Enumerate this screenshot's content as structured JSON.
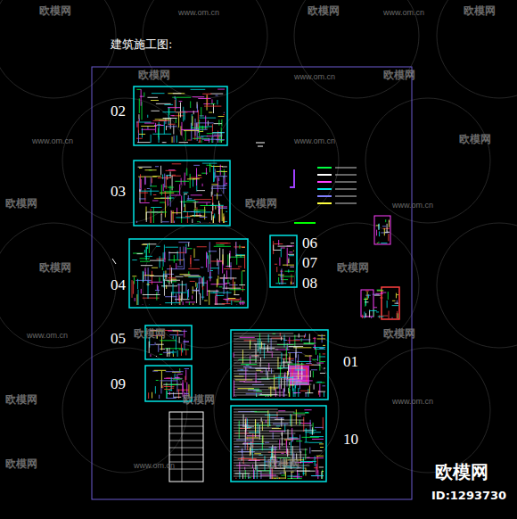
{
  "diagram": {
    "title": "建筑施工图:",
    "labels": [
      "02",
      "03",
      "04",
      "05",
      "09",
      "06",
      "07",
      "08",
      "01",
      "10",
      "欧模网",
      "www.om.cn",
      "欧模网",
      "www.om.cn",
      "欧模网",
      "欧模网",
      "www.om.cn",
      "欧模网",
      "www.om.cn",
      "www.om.cn",
      "欧模网",
      "欧模网",
      "欧模网",
      "www.om.cn",
      "欧模网",
      "欧模网",
      "欧模网",
      "www.om.cn",
      "欧模网",
      "欧模网",
      "欧模网",
      "www.om.cn",
      "欧模网",
      "www.om.cn",
      "欧模网",
      "欧模网",
      "ID:1293730"
    ]
  }
}
